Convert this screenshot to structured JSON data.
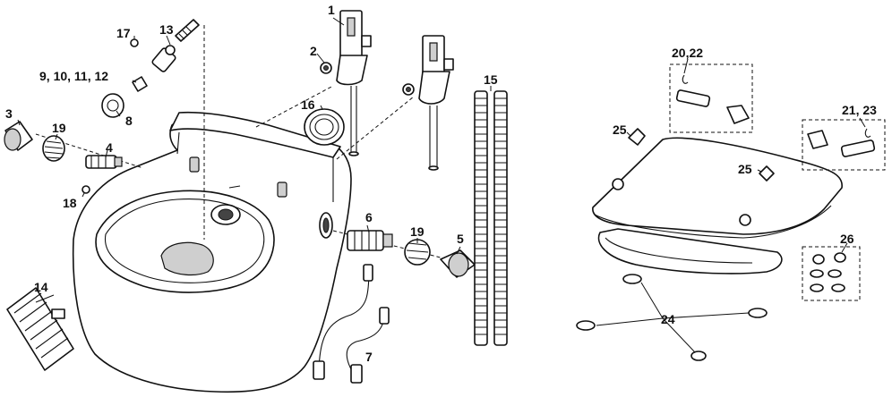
{
  "callouts": [
    {
      "id": "c1",
      "text": "1"
    },
    {
      "id": "c2",
      "text": "2"
    },
    {
      "id": "c3",
      "text": "3"
    },
    {
      "id": "c4",
      "text": "4"
    },
    {
      "id": "c5",
      "text": "5"
    },
    {
      "id": "c6",
      "text": "6"
    },
    {
      "id": "c7",
      "text": "7"
    },
    {
      "id": "c8",
      "text": "8"
    },
    {
      "id": "c9",
      "text": "9, 10, 11, 12"
    },
    {
      "id": "c13",
      "text": "13"
    },
    {
      "id": "c14",
      "text": "14"
    },
    {
      "id": "c15",
      "text": "15"
    },
    {
      "id": "c16",
      "text": "16"
    },
    {
      "id": "c17",
      "text": "17"
    },
    {
      "id": "c18",
      "text": "18"
    },
    {
      "id": "c19a",
      "text": "19"
    },
    {
      "id": "c19b",
      "text": "19"
    },
    {
      "id": "c20",
      "text": "20,22"
    },
    {
      "id": "c21",
      "text": "21, 23"
    },
    {
      "id": "c24",
      "text": "24"
    },
    {
      "id": "c25a",
      "text": "25"
    },
    {
      "id": "c25b",
      "text": "25"
    },
    {
      "id": "c26",
      "text": "26"
    }
  ]
}
